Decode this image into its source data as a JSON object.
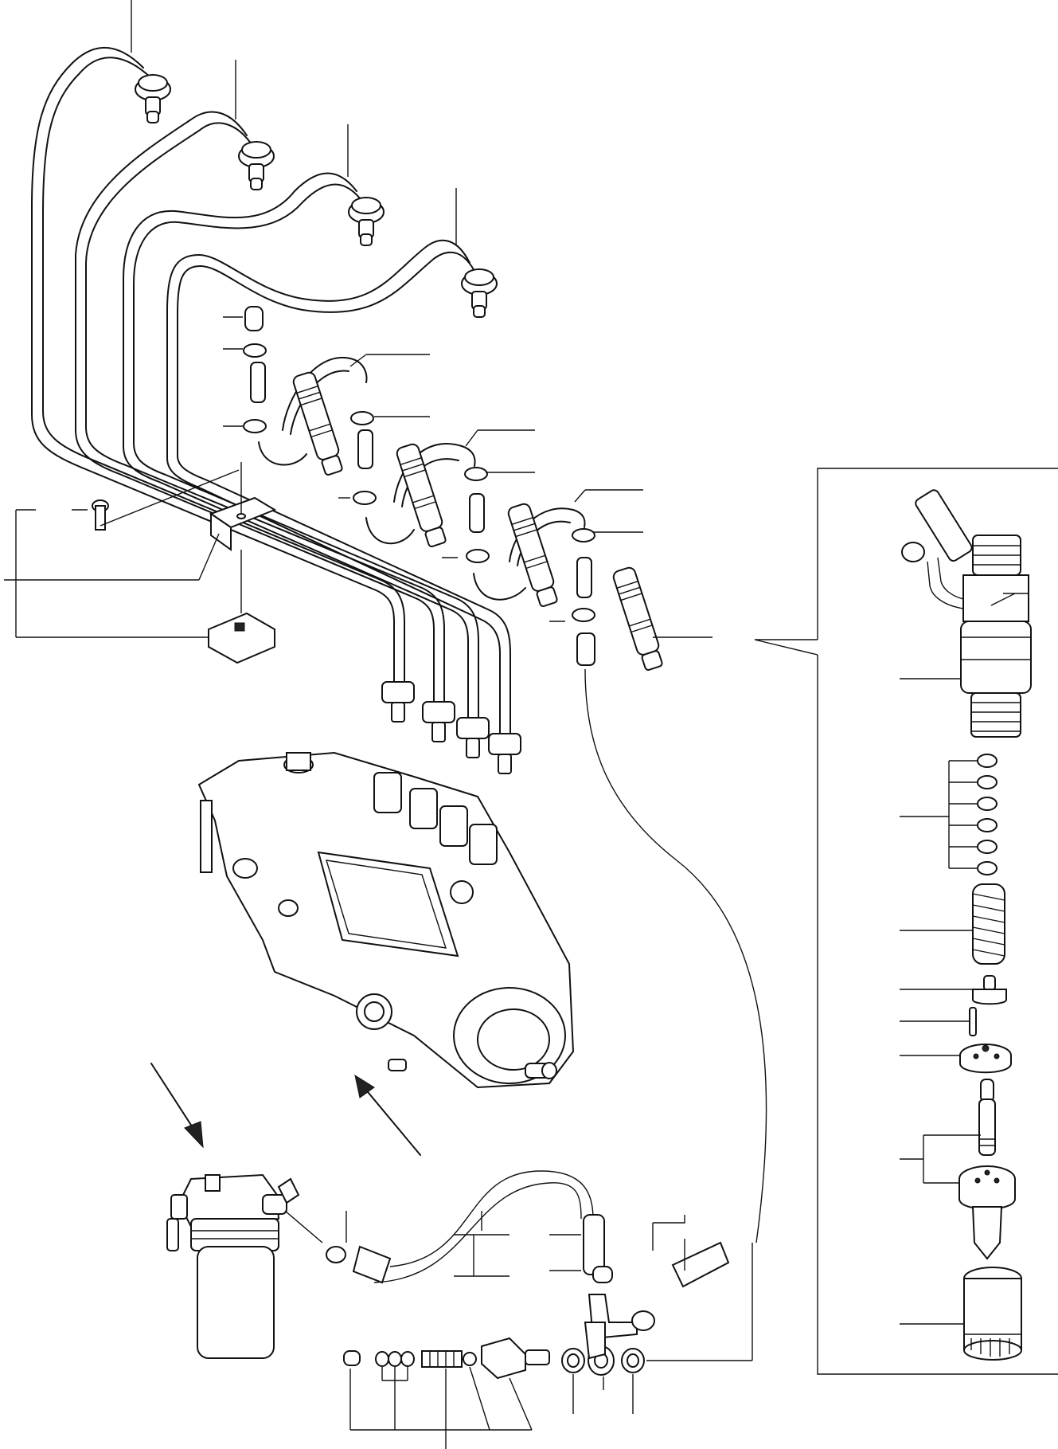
{
  "diagram": {
    "labels": [],
    "parts": [
      "injection-lines",
      "line-clamp",
      "clamp-bolt",
      "leak-off-hoses",
      "injectors",
      "injection-pump",
      "fuel-filter",
      "feed-hose",
      "overflow-valve",
      "injector-detail"
    ]
  }
}
